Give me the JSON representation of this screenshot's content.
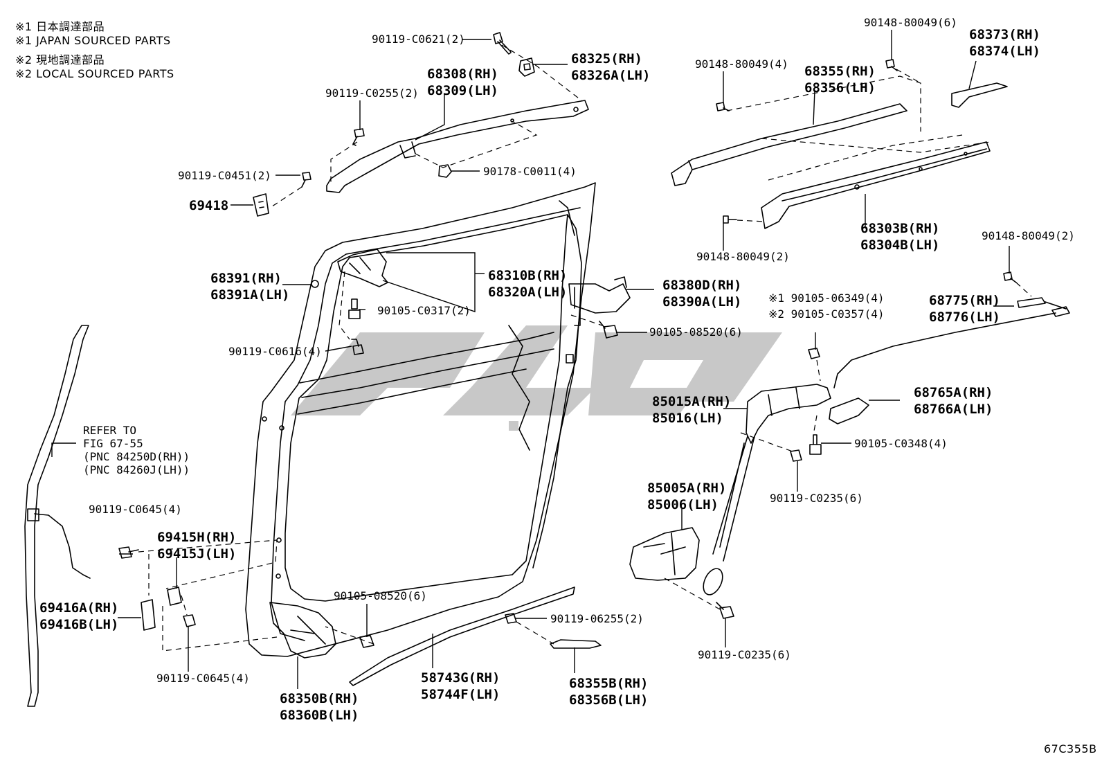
{
  "notes": [
    "※1 日本調達部品",
    "※1 JAPAN SOURCED PARTS",
    "※2 現地調達部品",
    "※2 LOCAL SOURCED PARTS"
  ],
  "figure_code": "67C355B",
  "watermark_color": "#c8c8c8",
  "labels": {
    "b_90119_C0621": "90119-C0621(2)",
    "p_68325": [
      "68325(RH)",
      "68326A(LH)"
    ],
    "p_68308": [
      "68308(RH)",
      "68309(LH)"
    ],
    "b_90119_C0255": "90119-C0255(2)",
    "b_90119_C0451": "90119-C0451(2)",
    "b_90178_C0011": "90178-C0011(4)",
    "p_69418": "69418",
    "b_90148_80049_6": "90148-80049(6)",
    "p_68373": [
      "68373(RH)",
      "68374(LH)"
    ],
    "b_90148_80049_4": "90148-80049(4)",
    "p_68355": [
      "68355(RH)",
      "68356(LH)"
    ],
    "p_68303B": [
      "68303B(RH)",
      "68304B(LH)"
    ],
    "b_90148_80049_2a": "90148-80049(2)",
    "b_90148_80049_2b": "90148-80049(2)",
    "p_68391": [
      "68391(RH)",
      "68391A(LH)"
    ],
    "p_68310B": [
      "68310B(RH)",
      "68320A(LH)"
    ],
    "b_90105_C0317": "90105-C0317(2)",
    "p_68380D": [
      "68380D(RH)",
      "68390A(LH)"
    ],
    "b_90119_C0616": "90119-C0616(4)",
    "b_90105_08520_6a": "90105-08520(6)",
    "b_90105_06349": "※1 90105-06349(4)",
    "b_90105_C0357": "※2 90105-C0357(4)",
    "p_68775": [
      "68775(RH)",
      "68776(LH)"
    ],
    "refer": [
      "REFER TO",
      "FIG 67-55",
      "(PNC 84250D(RH))",
      "(PNC 84260J(LH))"
    ],
    "p_85015A": [
      "85015A(RH)",
      "85016(LH)"
    ],
    "p_68765A": [
      "68765A(RH)",
      "68766A(LH)"
    ],
    "b_90105_C0348": "90105-C0348(4)",
    "b_90119_C0235_a": "90119-C0235(6)",
    "p_85005A": [
      "85005A(RH)",
      "85006(LH)"
    ],
    "b_90119_C0645_a": "90119-C0645(4)",
    "p_69415H": [
      "69415H(RH)",
      "69415J(LH)"
    ],
    "b_90105_08520_6b": "90105-08520(6)",
    "p_69416A": [
      "69416A(RH)",
      "69416B(LH)"
    ],
    "b_90119_06255": "90119-06255(2)",
    "b_90119_C0645_b": "90119-C0645(4)",
    "p_58743G": [
      "58743G(RH)",
      "58744F(LH)"
    ],
    "p_68355B": [
      "68355B(RH)",
      "68356B(LH)"
    ],
    "p_68350B": [
      "68350B(RH)",
      "68360B(LH)"
    ],
    "b_90119_C0235_b": "90119-C0235(6)"
  }
}
